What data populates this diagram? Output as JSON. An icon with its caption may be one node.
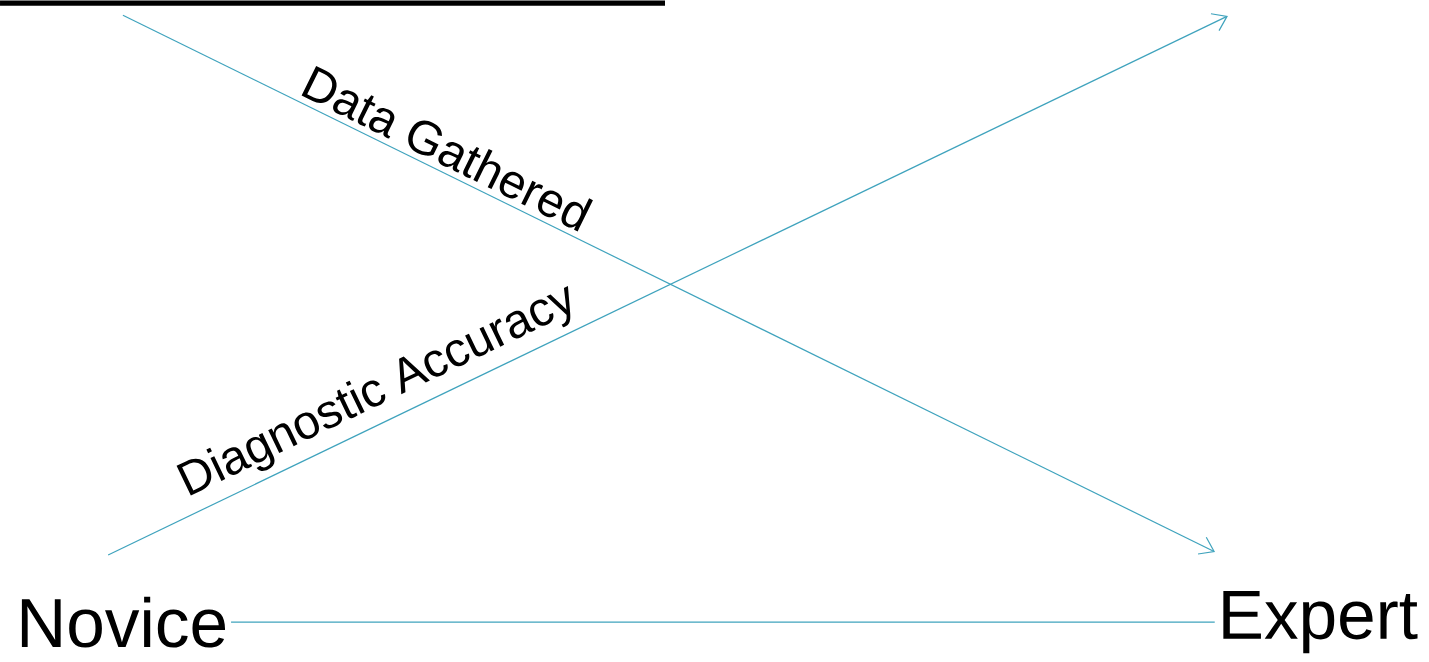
{
  "diagram": {
    "nodes": [
      {
        "text": [
          "Novice"
        ]
      },
      {
        "text": [
          "Expert"
        ]
      }
    ],
    "edges": [
      {
        "from": 0,
        "to": 1,
        "arrow": "none"
      }
    ],
    "labels": [
      "Data Gathered",
      "Diagnostic Accuracy"
    ]
  }
}
